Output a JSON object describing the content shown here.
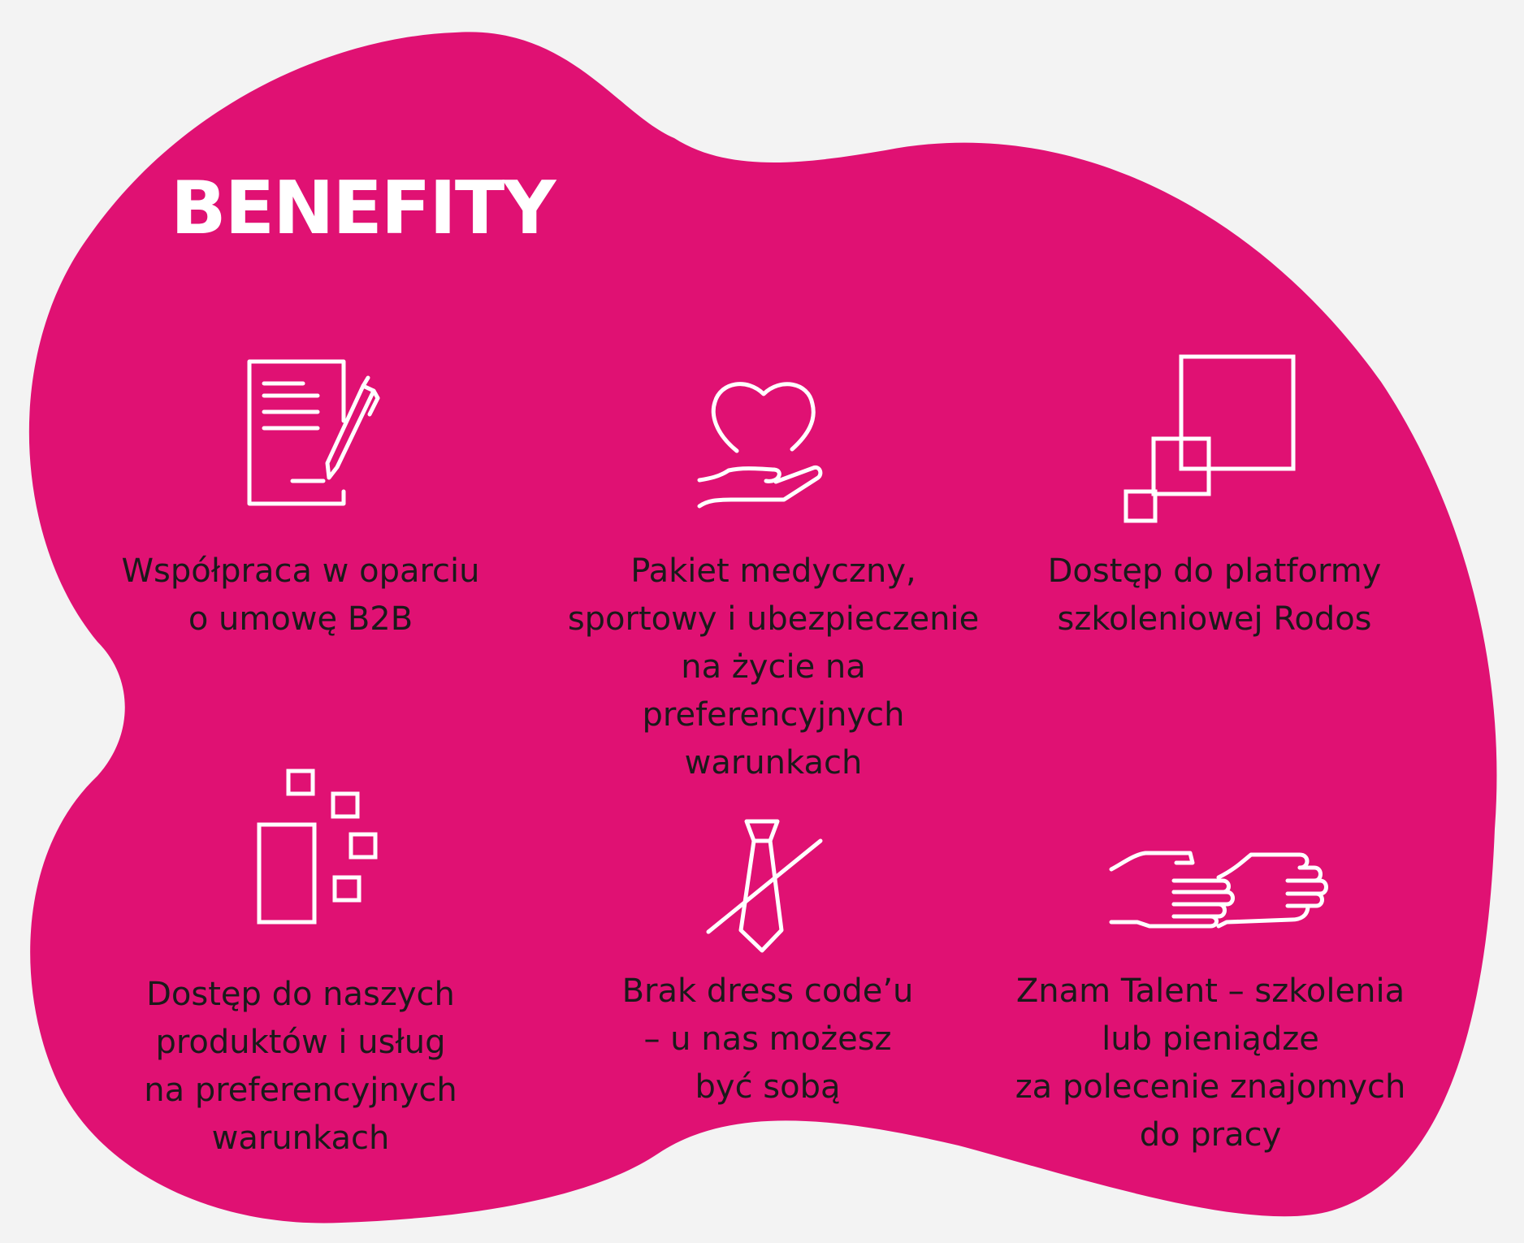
{
  "title": "BENEFITY",
  "colors": {
    "background": "#f3f3f3",
    "blob": "#e01173",
    "icon_stroke": "#ffffff",
    "text": "#1a1a1a"
  },
  "benefits": [
    {
      "icon": "contract-pen-icon",
      "text": "Współpraca w oparciu\no umowę B2B"
    },
    {
      "icon": "heart-in-hand-icon",
      "text": "Pakiet medyczny,\nsportowy i ubezpieczenie\nna życie na\npreferencyjnych\nwarunkach"
    },
    {
      "icon": "overlapping-squares-icon",
      "text": "Dostęp do platformy\nszkoleniowej Rodos"
    },
    {
      "icon": "products-blocks-icon",
      "text": "Dostęp do naszych\nproduktów i usług\nna preferencyjnych\nwarunkach"
    },
    {
      "icon": "no-tie-icon",
      "text": "Brak dress code’u\n– u nas możesz\nbyć sobą"
    },
    {
      "icon": "handshake-referral-icon",
      "text": "Znam Talent – szkolenia\nlub pieniądze\nza polecenie znajomych\ndo pracy"
    }
  ]
}
